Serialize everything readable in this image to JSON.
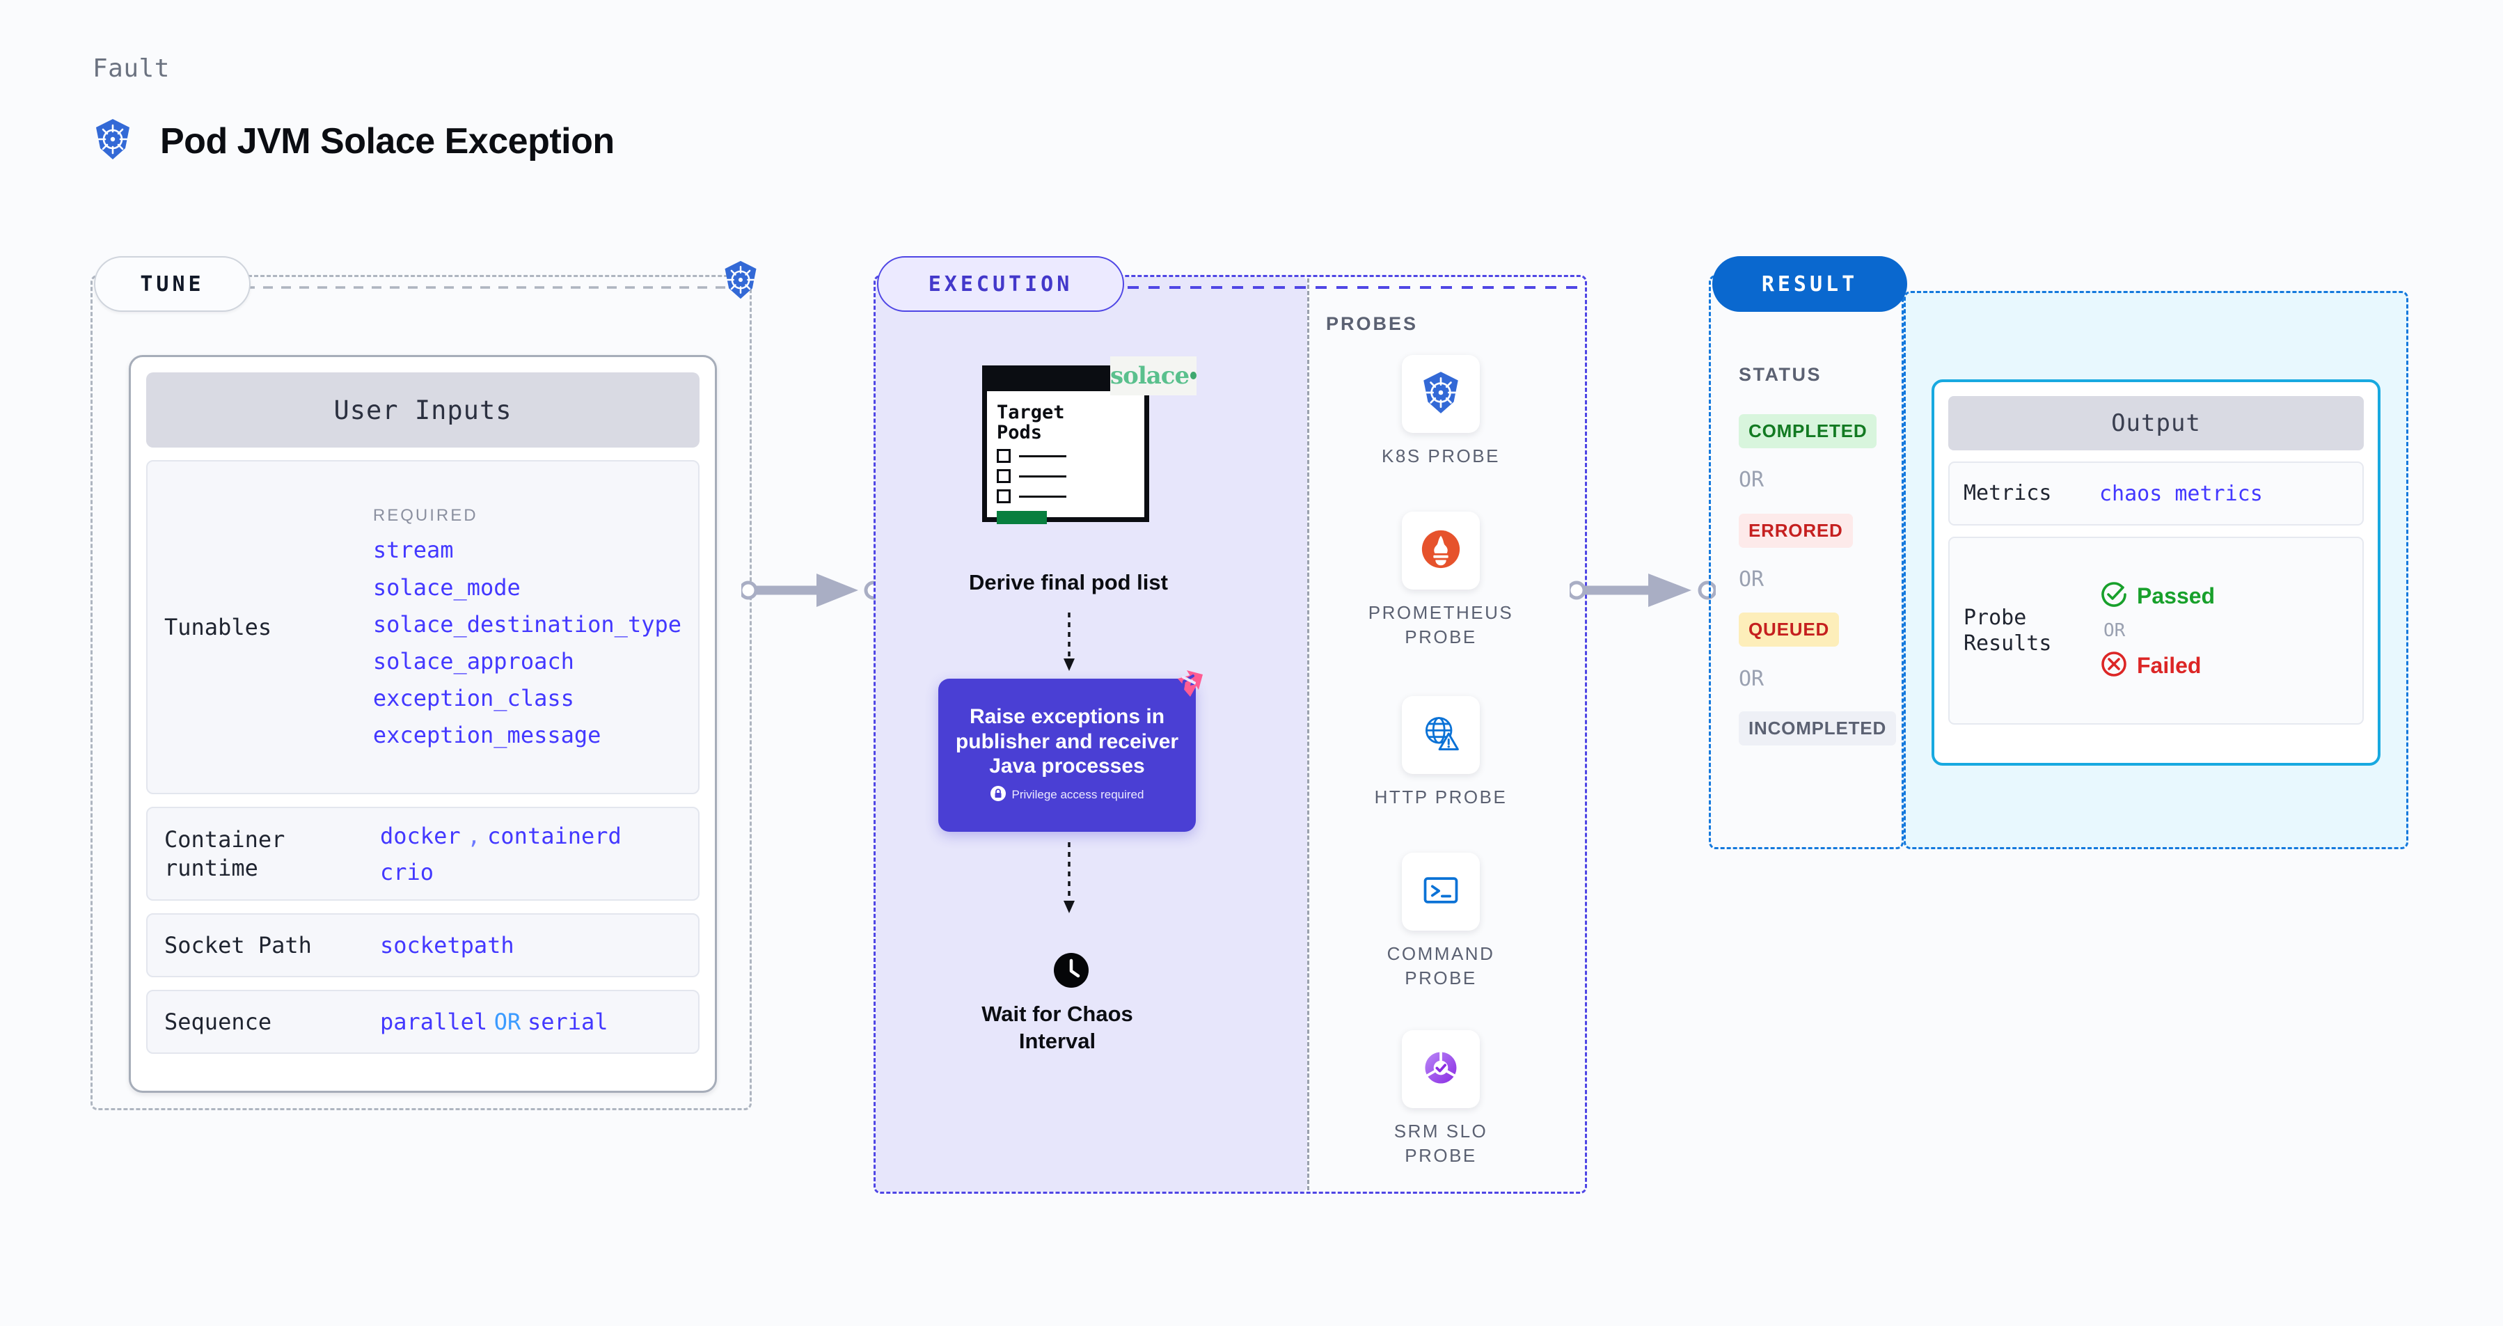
{
  "header": {
    "eyebrow": "Fault",
    "title": "Pod JVM Solace Exception",
    "logo_icon": "kubernetes-icon"
  },
  "tune": {
    "pill_label": "TUNE",
    "badge_icon": "kubernetes-icon",
    "card_title": "User Inputs",
    "rows": [
      {
        "label": "Tunables",
        "required_tag": "REQUIRED",
        "values": [
          "stream",
          "solace_mode",
          "solace_destination_type",
          "solace_approach",
          "exception_class",
          "exception_message"
        ]
      },
      {
        "label": "Container runtime",
        "values": [
          "docker",
          "containerd",
          "crio"
        ],
        "separator": ","
      },
      {
        "label": "Socket Path",
        "values": [
          "socketpath"
        ]
      },
      {
        "label": "Sequence",
        "values": [
          "parallel",
          "serial"
        ],
        "joiner": "OR"
      }
    ]
  },
  "execution": {
    "pill_label": "EXECUTION",
    "doc": {
      "title_line1": "Target",
      "title_line2": "Pods",
      "brand": "solace",
      "brand_icon": "solace-logo"
    },
    "step1_caption": "Derive final pod list",
    "action_card": {
      "text": "Raise exceptions in publisher and receiver Java processes",
      "privilege_note": "Privilege access required",
      "privilege_icon": "lock-icon",
      "corner_icon": "litmus-chaos-icon",
      "color": "#4a3fd4"
    },
    "step3_caption_line1": "Wait for Chaos",
    "step3_caption_line2": "Interval",
    "step3_icon": "clock-icon"
  },
  "probes": {
    "section_label": "PROBES",
    "items": [
      {
        "name_line1": "K8S  PROBE",
        "name_line2": "",
        "icon": "kubernetes-icon"
      },
      {
        "name_line1": "PROMETHEUS",
        "name_line2": "PROBE",
        "icon": "prometheus-icon"
      },
      {
        "name_line1": "HTTP  PROBE",
        "name_line2": "",
        "icon": "http-globe-warning-icon"
      },
      {
        "name_line1": "COMMAND",
        "name_line2": "PROBE",
        "icon": "terminal-icon"
      },
      {
        "name_line1": "SRM  SLO",
        "name_line2": "PROBE",
        "icon": "srm-slo-icon"
      }
    ]
  },
  "result": {
    "pill_label": "RESULT",
    "status_label": "STATUS",
    "or_text": "OR",
    "statuses": [
      {
        "text": "COMPLETED",
        "bg": "#d8f5dd",
        "fg": "#127a22"
      },
      {
        "text": "ERRORED",
        "bg": "#fdeaea",
        "fg": "#c51f1f"
      },
      {
        "text": "QUEUED",
        "bg": "#fdeeba",
        "fg": "#c51f1f"
      },
      {
        "text": "INCOMPLETED",
        "bg": "#eef0f6",
        "fg": "#5b6172"
      }
    ]
  },
  "output": {
    "card_title": "Output",
    "rows": [
      {
        "label": "Metrics",
        "value": "chaos metrics"
      }
    ],
    "probe_results_label": "Probe Results",
    "passed_text": "Passed",
    "passed_icon": "check-circle-icon",
    "failed_text": "Failed",
    "failed_icon": "x-circle-icon",
    "or_text": "OR"
  },
  "colors": {
    "accent_purple": "#4338ff",
    "exec_border": "#4f46e5",
    "result_border": "#1479dd",
    "output_border": "#18a9e0",
    "k8s_blue": "#3369d6"
  }
}
